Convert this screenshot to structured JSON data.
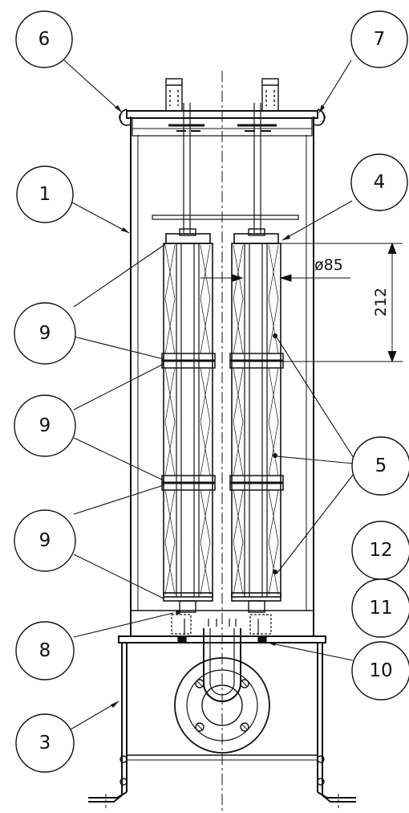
{
  "callouts": {
    "c6": "6",
    "c7": "7",
    "c1": "1",
    "c4": "4",
    "c9a": "9",
    "c9b": "9",
    "c9c": "9",
    "c5": "5",
    "c12": "12",
    "c11": "11",
    "c8": "8",
    "c10": "10",
    "c3": "3"
  },
  "dimensions": {
    "diameter": "ø85",
    "height": "212"
  },
  "colors": {
    "line": "#111111",
    "background": "#ffffff"
  }
}
